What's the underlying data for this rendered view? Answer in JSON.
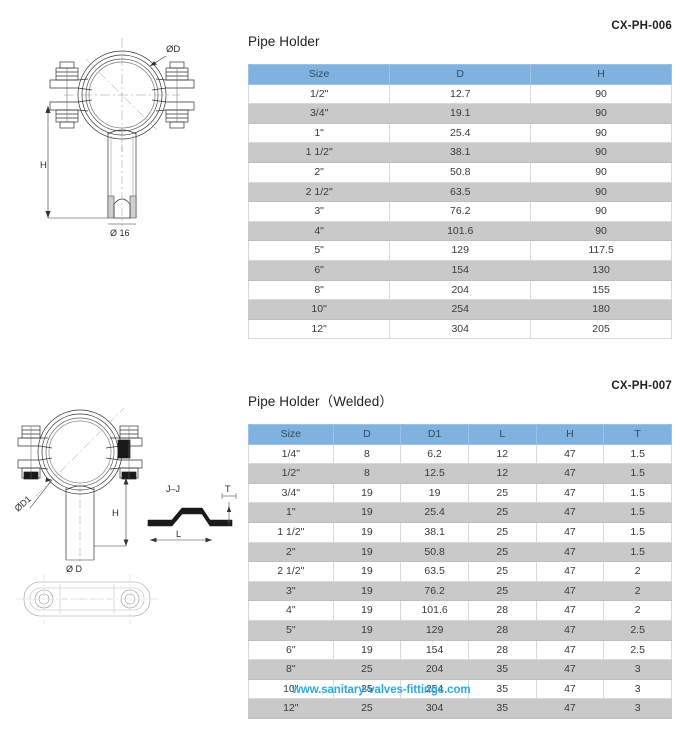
{
  "watermark": "www.sanitary-valves-fittings.com",
  "sections": [
    {
      "title": "Pipe Holder",
      "part_no": "CX-PH-006",
      "drawing": {
        "name": "pipe-holder-drawing",
        "labels": {
          "diameter": "ØD",
          "height": "H",
          "stem": "Ø 16"
        }
      },
      "table": {
        "columns": [
          "Size",
          "D",
          "H"
        ],
        "rows": [
          [
            "1/2\"",
            "12.7",
            "90"
          ],
          [
            "3/4\"",
            "19.1",
            "90"
          ],
          [
            "1\"",
            "25.4",
            "90"
          ],
          [
            "1 1/2\"",
            "38.1",
            "90"
          ],
          [
            "2\"",
            "50.8",
            "90"
          ],
          [
            "2 1/2\"",
            "63.5",
            "90"
          ],
          [
            "3\"",
            "76.2",
            "90"
          ],
          [
            "4\"",
            "101.6",
            "90"
          ],
          [
            "5\"",
            "129",
            "117.5"
          ],
          [
            "6\"",
            "154",
            "130"
          ],
          [
            "8\"",
            "204",
            "155"
          ],
          [
            "10\"",
            "254",
            "180"
          ],
          [
            "12\"",
            "304",
            "205"
          ]
        ]
      }
    },
    {
      "title": "Pipe Holder（Welded）",
      "part_no": "CX-PH-007",
      "drawing": {
        "name": "pipe-holder-welded-drawing",
        "labels": {
          "ring_diameter": "ØD1",
          "stem_diameter": "Ø D",
          "height": "H",
          "section": "J–J",
          "section_length": "L",
          "thickness": "T"
        }
      },
      "table": {
        "columns": [
          "Size",
          "D",
          "D1",
          "L",
          "H",
          "T"
        ],
        "rows": [
          [
            "1/4\"",
            "8",
            "6.2",
            "12",
            "47",
            "1.5"
          ],
          [
            "1/2\"",
            "8",
            "12.5",
            "12",
            "47",
            "1.5"
          ],
          [
            "3/4\"",
            "19",
            "19",
            "25",
            "47",
            "1.5"
          ],
          [
            "1\"",
            "19",
            "25.4",
            "25",
            "47",
            "1.5"
          ],
          [
            "1 1/2\"",
            "19",
            "38.1",
            "25",
            "47",
            "1.5"
          ],
          [
            "2\"",
            "19",
            "50.8",
            "25",
            "47",
            "1.5"
          ],
          [
            "2 1/2\"",
            "19",
            "63.5",
            "25",
            "47",
            "2"
          ],
          [
            "3\"",
            "19",
            "76.2",
            "25",
            "47",
            "2"
          ],
          [
            "4\"",
            "19",
            "101.6",
            "28",
            "47",
            "2"
          ],
          [
            "5\"",
            "19",
            "129",
            "28",
            "47",
            "2.5"
          ],
          [
            "6\"",
            "19",
            "154",
            "28",
            "47",
            "2.5"
          ],
          [
            "8\"",
            "25",
            "204",
            "35",
            "47",
            "3"
          ],
          [
            "10\"",
            "25",
            "254",
            "35",
            "47",
            "3"
          ],
          [
            "12\"",
            "25",
            "304",
            "35",
            "47",
            "3"
          ]
        ]
      }
    }
  ]
}
